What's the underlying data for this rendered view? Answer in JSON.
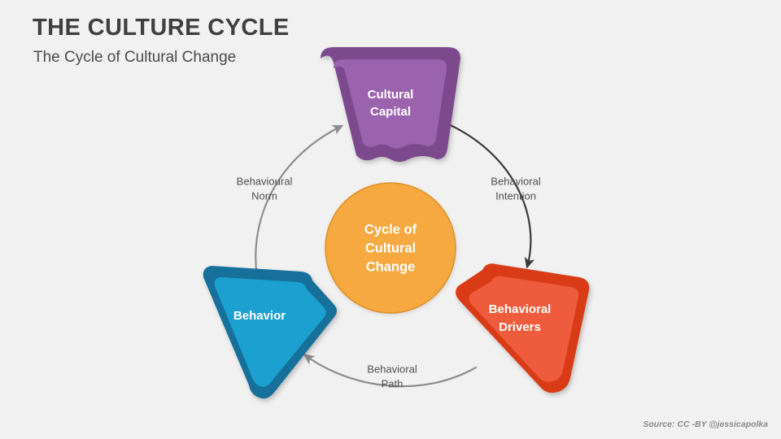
{
  "slide": {
    "title": "THE CULTURE CYCLE",
    "subtitle": "The Cycle of Cultural Change",
    "source": "Source: CC -BY @jessicapolka",
    "background_color": "#f1f1f1"
  },
  "center": {
    "line1": "Cycle of",
    "line2": "Cultural",
    "line3": "Change",
    "fill_color": "#f5a93f",
    "stroke_color": "#e09127"
  },
  "nodes": [
    {
      "id": "cultural-capital",
      "line1": "Cultural",
      "line2": "Capital",
      "outer_color": "#7b4a8d",
      "inner_color": "#9b63ad"
    },
    {
      "id": "behavioral-drivers",
      "line1": "Behavioral",
      "line2": "Drivers",
      "outer_color": "#d93b18",
      "inner_color": "#ee5b3c"
    },
    {
      "id": "behavior",
      "line1": "Behavior",
      "line2": "",
      "outer_color": "#15709a",
      "inner_color": "#1ba0d0"
    }
  ],
  "connectors": [
    {
      "id": "behavioral-intention",
      "line1": "Behavioral",
      "line2": "Intention",
      "from": "cultural-capital",
      "to": "behavioral-drivers",
      "color": "#3a3a3a"
    },
    {
      "id": "behavioral-path",
      "line1": "Behavioral",
      "line2": "Path",
      "from": "behavioral-drivers",
      "to": "behavior",
      "color": "#8d8d8d"
    },
    {
      "id": "behavioural-norm",
      "line1": "Behavioural",
      "line2": "Norm",
      "from": "behavior",
      "to": "cultural-capital",
      "color": "#8d8d8d"
    }
  ]
}
